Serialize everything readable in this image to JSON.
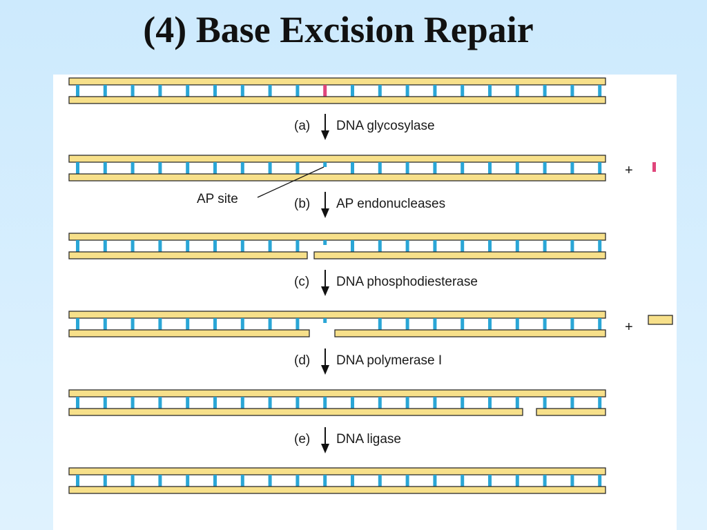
{
  "title": "(4) Base Excision Repair",
  "colors": {
    "strand_fill": "#f7e08a",
    "strand_stroke": "#2b2b2b",
    "base_pair": "#2aa6d6",
    "damaged_base": "#e0457b",
    "background": "#d3ecfd"
  },
  "steps": [
    {
      "letter": "(a)",
      "enzyme": "DNA glycosylase"
    },
    {
      "letter": "(b)",
      "enzyme": "AP endonucleases"
    },
    {
      "letter": "(c)",
      "enzyme": "DNA phosphodiesterase"
    },
    {
      "letter": "(d)",
      "enzyme": "DNA polymerase I"
    },
    {
      "letter": "(e)",
      "enzyme": "DNA ligase"
    }
  ],
  "annotations": {
    "ap_site": "AP site",
    "plus": "+"
  }
}
